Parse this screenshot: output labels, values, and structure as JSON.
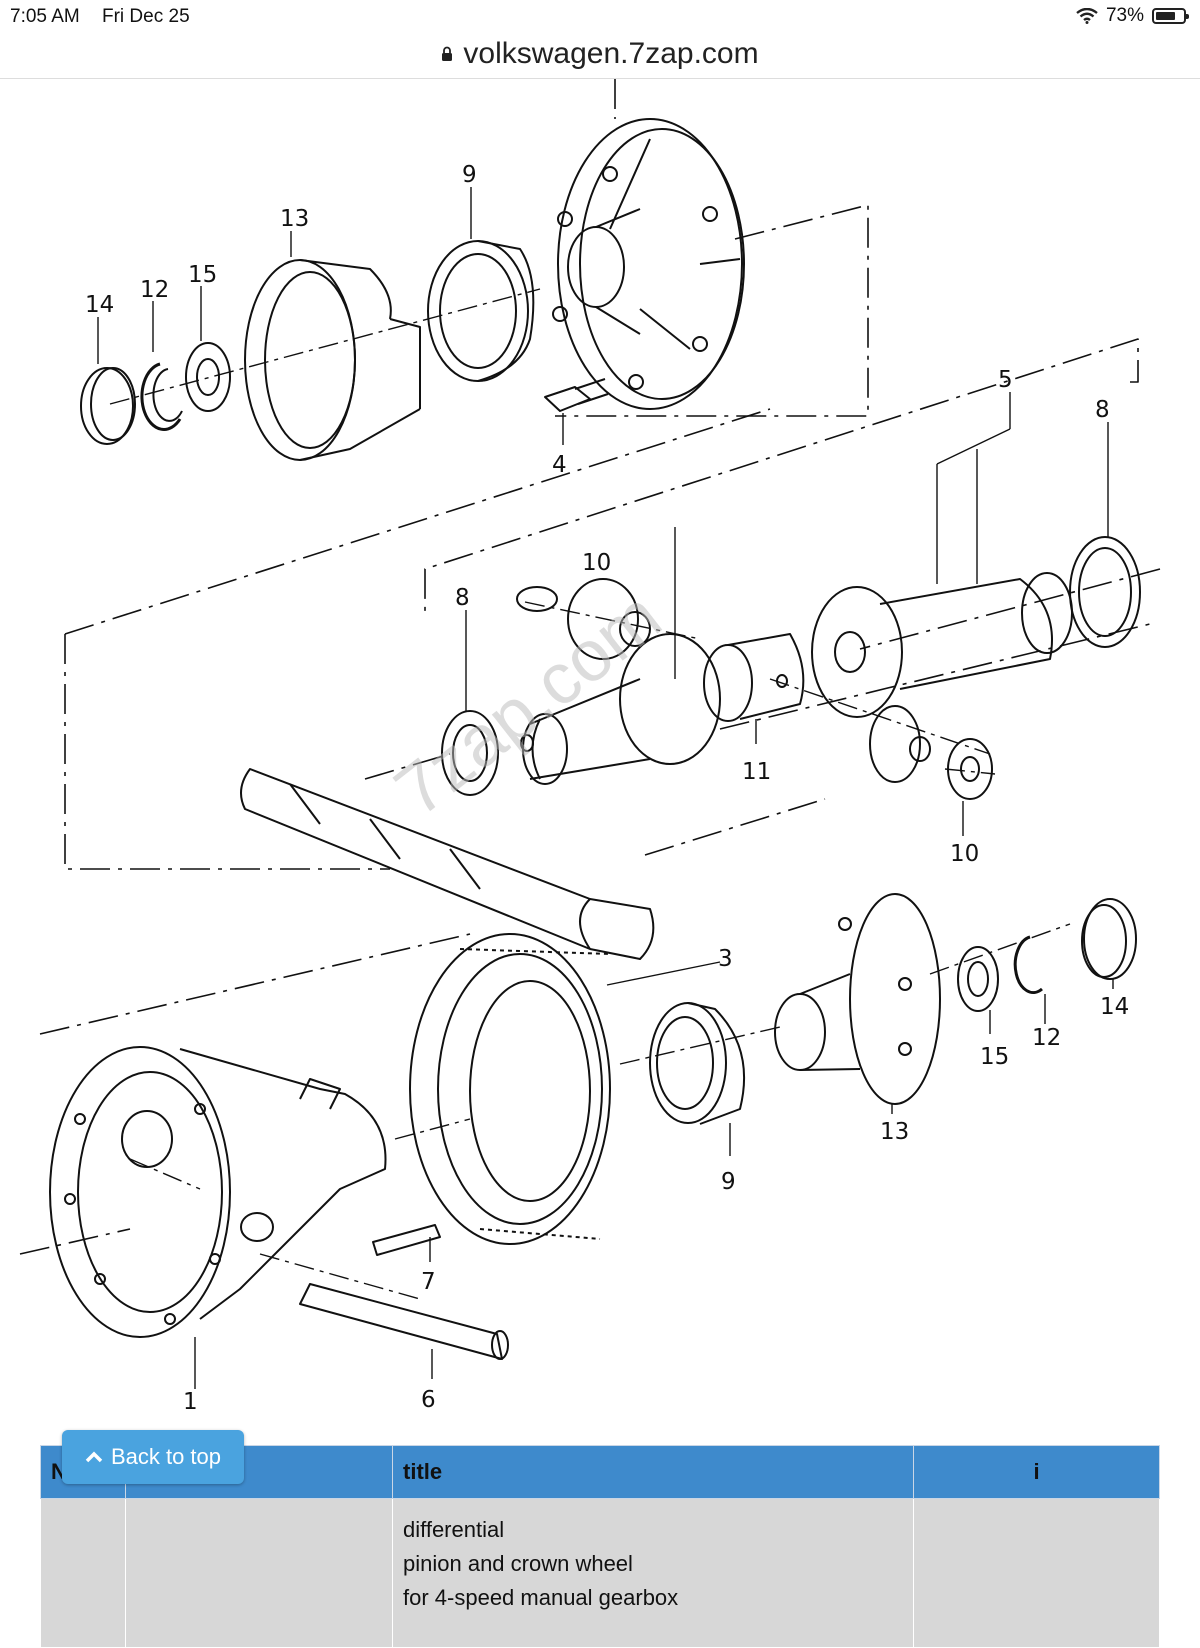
{
  "status_bar": {
    "time": "7:05 AM",
    "date": "Fri Dec 25",
    "battery_percent": "73%",
    "battery_level": 0.73,
    "icons": [
      "wifi-icon",
      "battery-icon"
    ]
  },
  "browser": {
    "url": "volkswagen.7zap.com",
    "lock_icon": "lock-icon"
  },
  "diagram": {
    "watermark": "7zap.com",
    "callouts": [
      "13",
      "9",
      "14",
      "12",
      "15",
      "4",
      "5",
      "8",
      "10",
      "8",
      "11",
      "10",
      "3",
      "13",
      "15",
      "12",
      "14",
      "9",
      "7",
      "6",
      "1"
    ]
  },
  "back_to_top": {
    "label": "Back to top",
    "icon": "chevron-up-icon",
    "color": "#4aa3df"
  },
  "table": {
    "headers": [
      "N",
      "",
      "title",
      "i"
    ],
    "rows": [
      {
        "n": "",
        "part": "",
        "title_lines": [
          "differential",
          "pinion and crown wheel",
          "for 4-speed manual gearbox"
        ],
        "i": ""
      }
    ],
    "header_color": "#3e8acc",
    "row_color": "#d7d7d7"
  }
}
